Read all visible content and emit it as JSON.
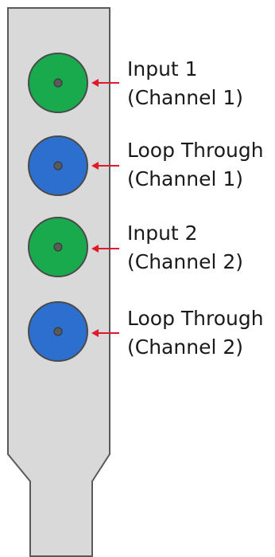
{
  "colors": {
    "bracket_fill": "#d9d9d9",
    "bracket_stroke": "#5a5a5a",
    "input_green": "#1aaa4e",
    "loop_blue": "#2d6fcf",
    "pin": "#5a5a5a",
    "arrow_red": "#e0192b"
  },
  "connectors": [
    {
      "kind": "input",
      "color_name": "green",
      "line1": "Input 1",
      "line2": "(Channel 1)"
    },
    {
      "kind": "loop-through",
      "color_name": "blue",
      "line1": "Loop Through",
      "line2": "(Channel 1)"
    },
    {
      "kind": "input",
      "color_name": "green",
      "line1": "Input 2",
      "line2": "(Channel 2)"
    },
    {
      "kind": "loop-through",
      "color_name": "blue",
      "line1": "Loop Through",
      "line2": "(Channel 2)"
    }
  ]
}
